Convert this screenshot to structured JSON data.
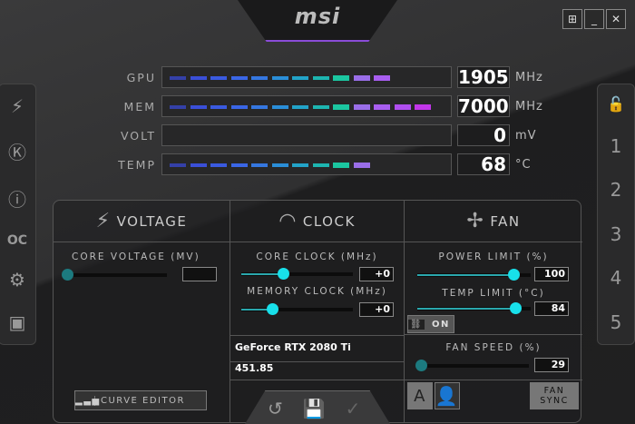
{
  "logo": "msi",
  "window_buttons": {
    "windows": "⊞",
    "minimize": "_",
    "close": "✕"
  },
  "left_sidebar": [
    {
      "icon": "kombustor-icon",
      "glyph": "⚡"
    },
    {
      "icon": "k-boost-icon",
      "glyph": "Ⓚ"
    },
    {
      "icon": "info-icon",
      "glyph": "ⓘ"
    },
    {
      "icon": "oc-scanner-icon",
      "glyph": "OC"
    },
    {
      "icon": "settings-gear-icon",
      "glyph": "⚙"
    },
    {
      "icon": "monitor-icon",
      "glyph": "▣"
    }
  ],
  "right_sidebar": {
    "lock_glyph": "🔓",
    "profiles": [
      "1",
      "2",
      "3",
      "4",
      "5"
    ]
  },
  "monitors": [
    {
      "label": "GPU",
      "value": "1905",
      "unit": "MHz",
      "fill": 0.79
    },
    {
      "label": "MEM",
      "value": "7000",
      "unit": "MHz",
      "fill": 0.93
    },
    {
      "label": "VOLT",
      "value": "0",
      "unit": "mV",
      "fill": 0
    },
    {
      "label": "TEMP",
      "value": "68",
      "unit": "°C",
      "fill": 0.72
    }
  ],
  "voltage": {
    "title": "VOLTAGE",
    "core_voltage_label": "CORE VOLTAGE  (MV)",
    "core_voltage_value": "",
    "core_voltage_level": 0,
    "curve_editor": "CURVE EDITOR"
  },
  "clock": {
    "title": "CLOCK",
    "core_clock_label": "CORE CLOCK (MHz)",
    "core_clock_value": "+0",
    "core_clock_level": 0.37,
    "memory_clock_label": "MEMORY CLOCK (MHz)",
    "memory_clock_value": "+0",
    "memory_clock_level": 0.28,
    "gpu_name": "GeForce RTX 2080 Ti",
    "driver": "451.85"
  },
  "fan": {
    "title": "FAN",
    "power_limit_label": "POWER LIMIT (%)",
    "power_limit_value": "100",
    "power_limit_level": 0.85,
    "temp_limit_label": "TEMP LIMIT (°C)",
    "temp_limit_value": "84",
    "temp_limit_level": 0.86,
    "link_label": "ON",
    "fan_speed_label": "FAN SPEED (%)",
    "fan_speed_value": "29",
    "fan_speed_level": 0,
    "auto_label": "A",
    "fan_sync_1": "FAN",
    "fan_sync_2": "SYNC"
  },
  "colors": {
    "accent": "#18e0ea",
    "bar_start": "#3a4fd8",
    "bar_mid": "#1bc6a0",
    "bar_end": "#d21ee8"
  }
}
